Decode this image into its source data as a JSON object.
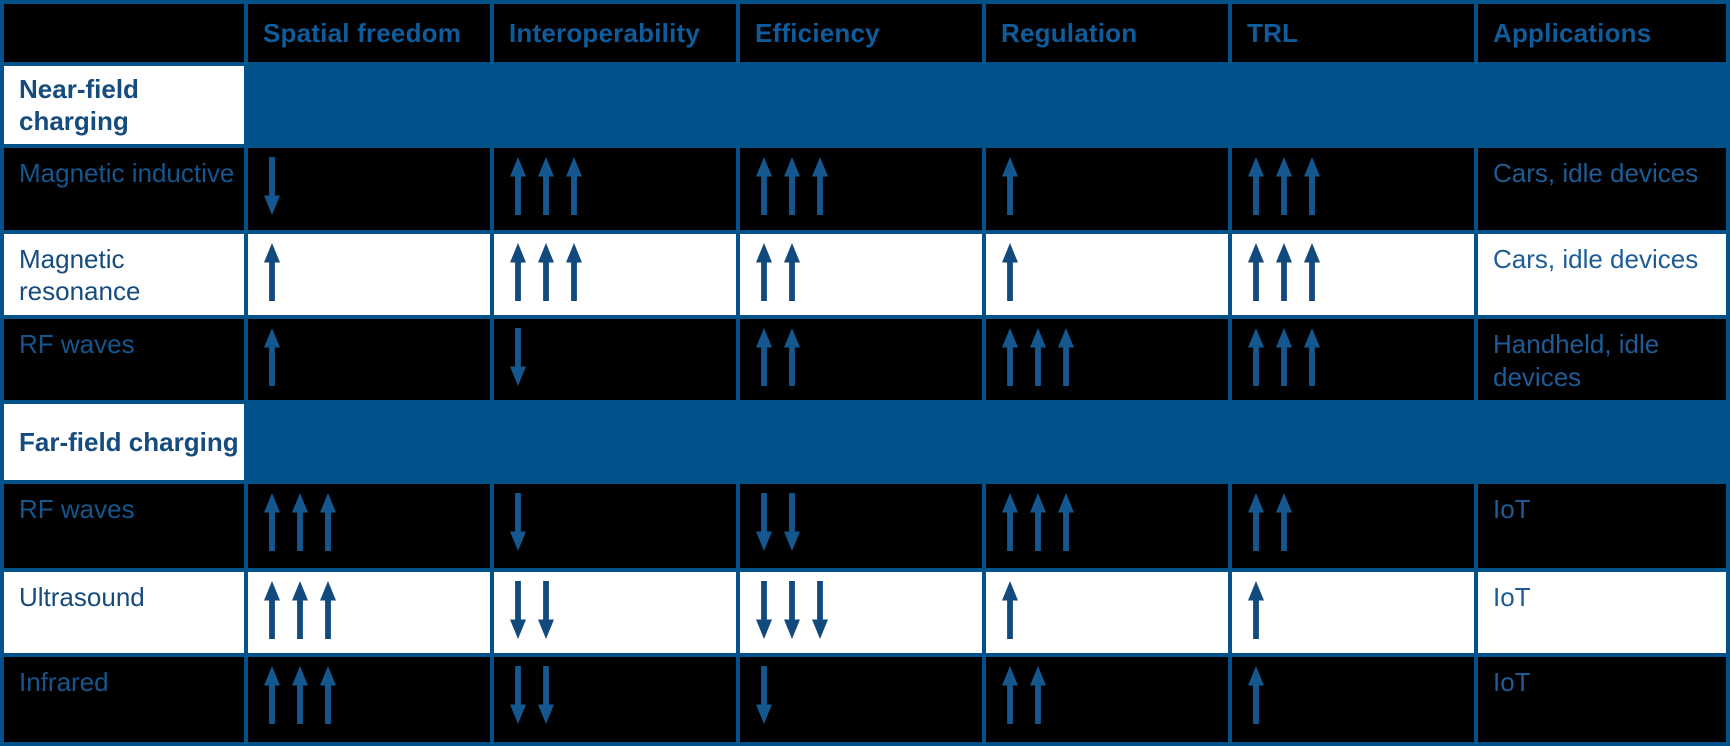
{
  "colors": {
    "table_blue": "#02518A",
    "header_text": "#0E5C9C",
    "label_text_on_dark": "#15568E",
    "label_text_on_light": "#164B7E",
    "applications_text": "#1D5C97",
    "arrow_on_dark": "#15578F",
    "arrow_on_light": "#134A7E",
    "row_dark_bg": "#000000",
    "row_light_bg": "#FFFFFF"
  },
  "chart_data": {
    "type": "table",
    "rating_legend": "positive = number of up arrows (favorable), negative = number of down arrows (unfavorable), range -3 to +3",
    "columns": [
      "Spatial freedom",
      "Interoperability",
      "Efficiency",
      "Regulation",
      "TRL",
      "Applications"
    ],
    "section_headers": [
      "Near-field charging",
      "Far-field charging"
    ],
    "rows": [
      {
        "section": "Near-field charging",
        "technology": "Magnetic inductive",
        "spatial_freedom": -1,
        "interoperability": 3,
        "efficiency": 3,
        "regulation": 1,
        "trl": 3,
        "applications": "Cars, idle devices"
      },
      {
        "section": "Near-field charging",
        "technology": "Magnetic resonance",
        "spatial_freedom": 1,
        "interoperability": 3,
        "efficiency": 2,
        "regulation": 1,
        "trl": 3,
        "applications": "Cars, idle devices"
      },
      {
        "section": "Near-field charging",
        "technology": "RF waves",
        "spatial_freedom": 1,
        "interoperability": -1,
        "efficiency": 2,
        "regulation": 3,
        "trl": 3,
        "applications": "Handheld, idle devices"
      },
      {
        "section": "Far-field charging",
        "technology": "RF waves",
        "spatial_freedom": 3,
        "interoperability": -1,
        "efficiency": -2,
        "regulation": 3,
        "trl": 2,
        "applications": "IoT"
      },
      {
        "section": "Far-field charging",
        "technology": "Ultrasound",
        "spatial_freedom": 3,
        "interoperability": -2,
        "efficiency": -3,
        "regulation": 1,
        "trl": 1,
        "applications": "IoT"
      },
      {
        "section": "Far-field charging",
        "technology": "Infrared",
        "spatial_freedom": 3,
        "interoperability": -2,
        "efficiency": -1,
        "regulation": 2,
        "trl": 1,
        "applications": "IoT"
      }
    ]
  }
}
